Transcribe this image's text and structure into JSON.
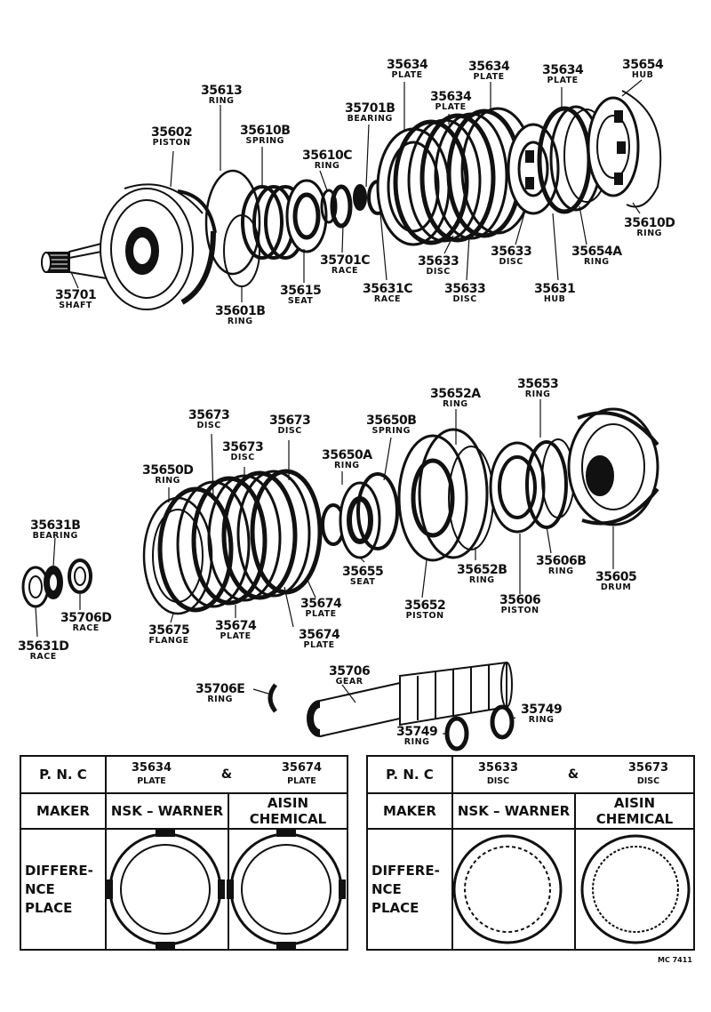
{
  "labels": {
    "shaft": {
      "num": "35701",
      "word": "SHAFT"
    },
    "piston1": {
      "num": "35602",
      "word": "PISTON"
    },
    "ring_35613": {
      "num": "35613",
      "word": "RING"
    },
    "spring_35610b": {
      "num": "35610B",
      "word": "SPRING"
    },
    "ring_35610c": {
      "num": "35610C",
      "word": "RING"
    },
    "bearing_35701b": {
      "num": "35701B",
      "word": "BEARING"
    },
    "plate_a": {
      "num": "35634",
      "word": "PLATE"
    },
    "plate_b": {
      "num": "35634",
      "word": "PLATE"
    },
    "plate_c": {
      "num": "35634",
      "word": "PLATE"
    },
    "plate_d": {
      "num": "35634",
      "word": "PLATE"
    },
    "hub_35654": {
      "num": "35654",
      "word": "HUB"
    },
    "ring_35610d": {
      "num": "35610D",
      "word": "RING"
    },
    "ring_35654a": {
      "num": "35654A",
      "word": "RING"
    },
    "disc_35633a": {
      "num": "35633",
      "word": "DISC"
    },
    "disc_35633b": {
      "num": "35633",
      "word": "DISC"
    },
    "disc_35633c": {
      "num": "35633",
      "word": "DISC"
    },
    "hub_35631": {
      "num": "35631",
      "word": "HUB"
    },
    "race_35631c": {
      "num": "35631C",
      "word": "RACE"
    },
    "race_35701c": {
      "num": "35701C",
      "word": "RACE"
    },
    "seat_35615": {
      "num": "35615",
      "word": "SEAT"
    },
    "ring_35601b": {
      "num": "35601B",
      "word": "RING"
    },
    "disc_35673a": {
      "num": "35673",
      "word": "DISC"
    },
    "disc_35673b": {
      "num": "35673",
      "word": "DISC"
    },
    "disc_35673c": {
      "num": "35673",
      "word": "DISC"
    },
    "ring_35650d": {
      "num": "35650D",
      "word": "RING"
    },
    "ring_35650a": {
      "num": "35650A",
      "word": "RING"
    },
    "spring_35650b": {
      "num": "35650B",
      "word": "SPRING"
    },
    "ring_35652a": {
      "num": "35652A",
      "word": "RING"
    },
    "ring_35653": {
      "num": "35653",
      "word": "RING"
    },
    "bearing_35631b": {
      "num": "35631B",
      "word": "BEARING"
    },
    "race_35706d": {
      "num": "35706D",
      "word": "RACE"
    },
    "race_35631d": {
      "num": "35631D",
      "word": "RACE"
    },
    "flange_35675": {
      "num": "35675",
      "word": "FLANGE"
    },
    "plate_35674a": {
      "num": "35674",
      "word": "PLATE"
    },
    "plate_35674b": {
      "num": "35674",
      "word": "PLATE"
    },
    "plate_35674c": {
      "num": "35674",
      "word": "PLATE"
    },
    "seat_35655": {
      "num": "35655",
      "word": "SEAT"
    },
    "piston_35652": {
      "num": "35652",
      "word": "PISTON"
    },
    "ring_35652b": {
      "num": "35652B",
      "word": "RING"
    },
    "piston_35606": {
      "num": "35606",
      "word": "PISTON"
    },
    "ring_35606b": {
      "num": "35606B",
      "word": "RING"
    },
    "drum_35605": {
      "num": "35605",
      "word": "DRUM"
    },
    "gear_35706": {
      "num": "35706",
      "word": "GEAR"
    },
    "ring_35706e": {
      "num": "35706E",
      "word": "RING"
    },
    "ring_35749a": {
      "num": "35749",
      "word": "RING"
    },
    "ring_35749b": {
      "num": "35749",
      "word": "RING"
    }
  },
  "table_left": {
    "pnc": "P. N. C",
    "part1": {
      "num": "35634",
      "word": "PLATE"
    },
    "amp": "&",
    "part2": {
      "num": "35674",
      "word": "PLATE"
    },
    "maker": "MAKER",
    "maker1": "NSK – WARNER",
    "maker2a": "AISIN",
    "maker2b": "CHEMICAL",
    "diff1": "DIFFERE-",
    "diff2": "NCE",
    "diff3": "PLACE"
  },
  "table_right": {
    "pnc": "P. N. C",
    "part1": {
      "num": "35633",
      "word": "DISC"
    },
    "amp": "&",
    "part2": {
      "num": "35673",
      "word": "DISC"
    },
    "maker": "MAKER",
    "maker1": "NSK – WARNER",
    "maker2a": "AISIN",
    "maker2b": "CHEMICAL",
    "diff1": "DIFFERE-",
    "diff2": "NCE",
    "diff3": "PLACE"
  },
  "drawing_code": "MC 7411"
}
